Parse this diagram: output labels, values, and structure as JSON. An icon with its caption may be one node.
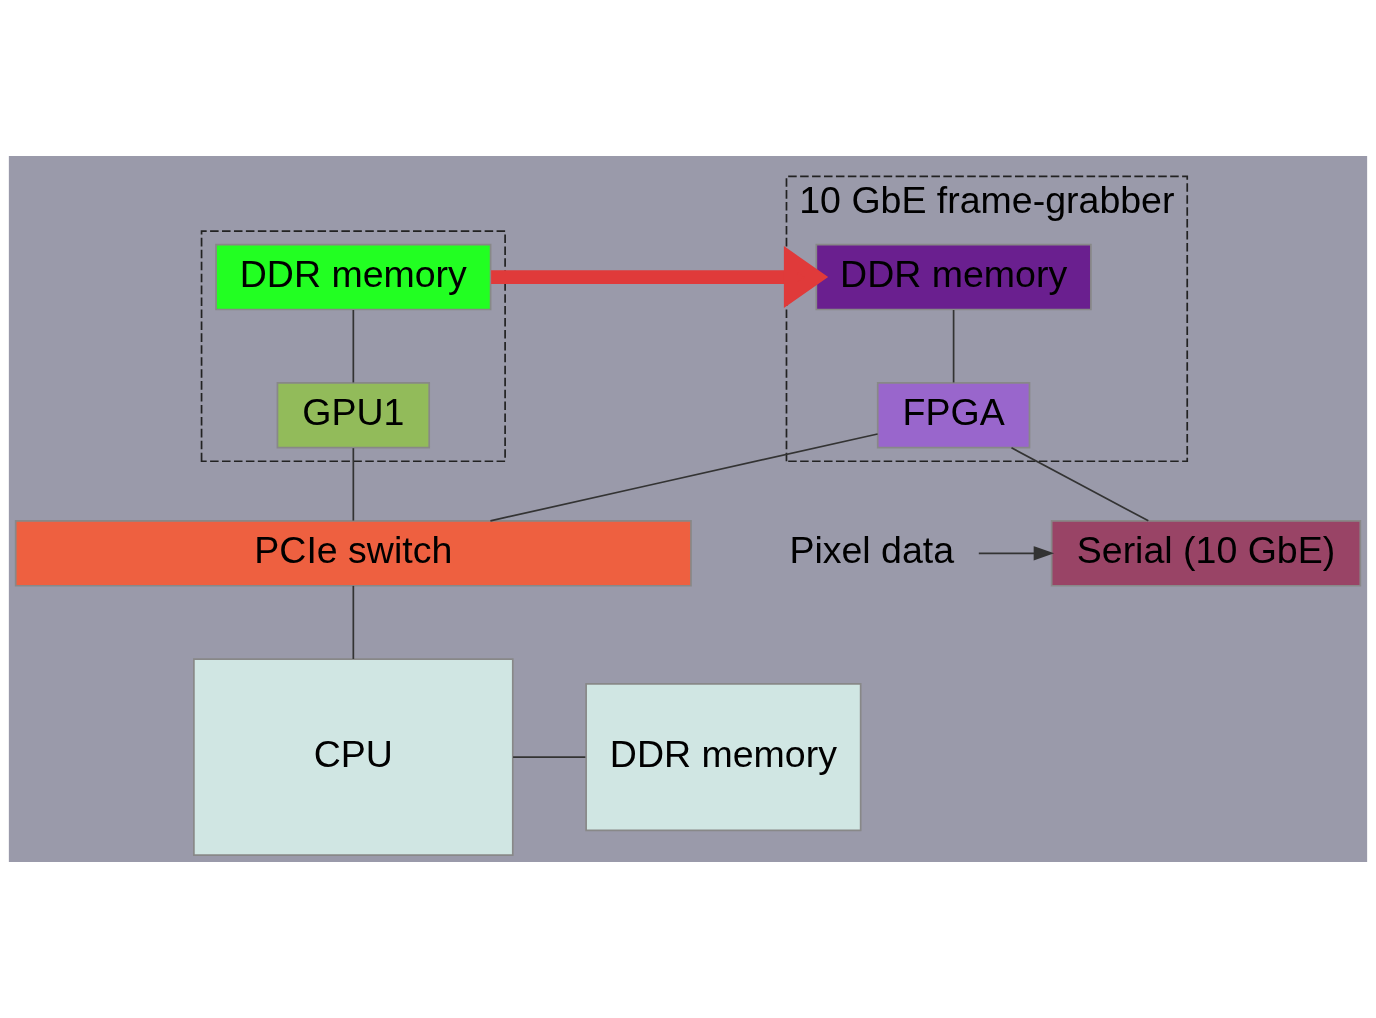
{
  "diagram": {
    "nodes": [
      {
        "text": [],
        "shape": "box"
      },
      {
        "text": [
          "DDR memory"
        ],
        "in": 0
      },
      {
        "text": [
          "GPU1"
        ],
        "in": 0
      },
      {
        "text": [
          "10 GbE frame-grabber"
        ]
      },
      {
        "text": [
          "DDR memory"
        ],
        "in": 3
      },
      {
        "text": [
          "FPGA"
        ],
        "in": 3
      },
      {
        "text": [
          "Serial (10 GbE)"
        ]
      },
      {
        "text": [
          "Pixel data"
        ]
      },
      {
        "text": [
          "PCIe switch"
        ]
      },
      {
        "text": [
          "CPU"
        ]
      },
      {
        "text": [
          "DDR memory"
        ]
      }
    ],
    "edges": [
      {
        "from": 1,
        "to": 2,
        "arrow": "none"
      },
      {
        "from": 2,
        "to": 8,
        "arrow": "none"
      },
      {
        "from": 4,
        "to": 5,
        "arrow": "none"
      },
      {
        "from": 5,
        "to": 8,
        "arrow": "none"
      },
      {
        "from": 5,
        "to": 6,
        "arrow": "none"
      },
      {
        "from": 7,
        "to": 6,
        "arrow": "to"
      },
      {
        "from": 8,
        "to": 9,
        "arrow": "none"
      },
      {
        "from": 9,
        "to": 10,
        "arrow": "none"
      },
      {
        "from": 1,
        "to": 4,
        "arrow": "to",
        "style": "thick",
        "color": "#e03a3a"
      }
    ]
  }
}
